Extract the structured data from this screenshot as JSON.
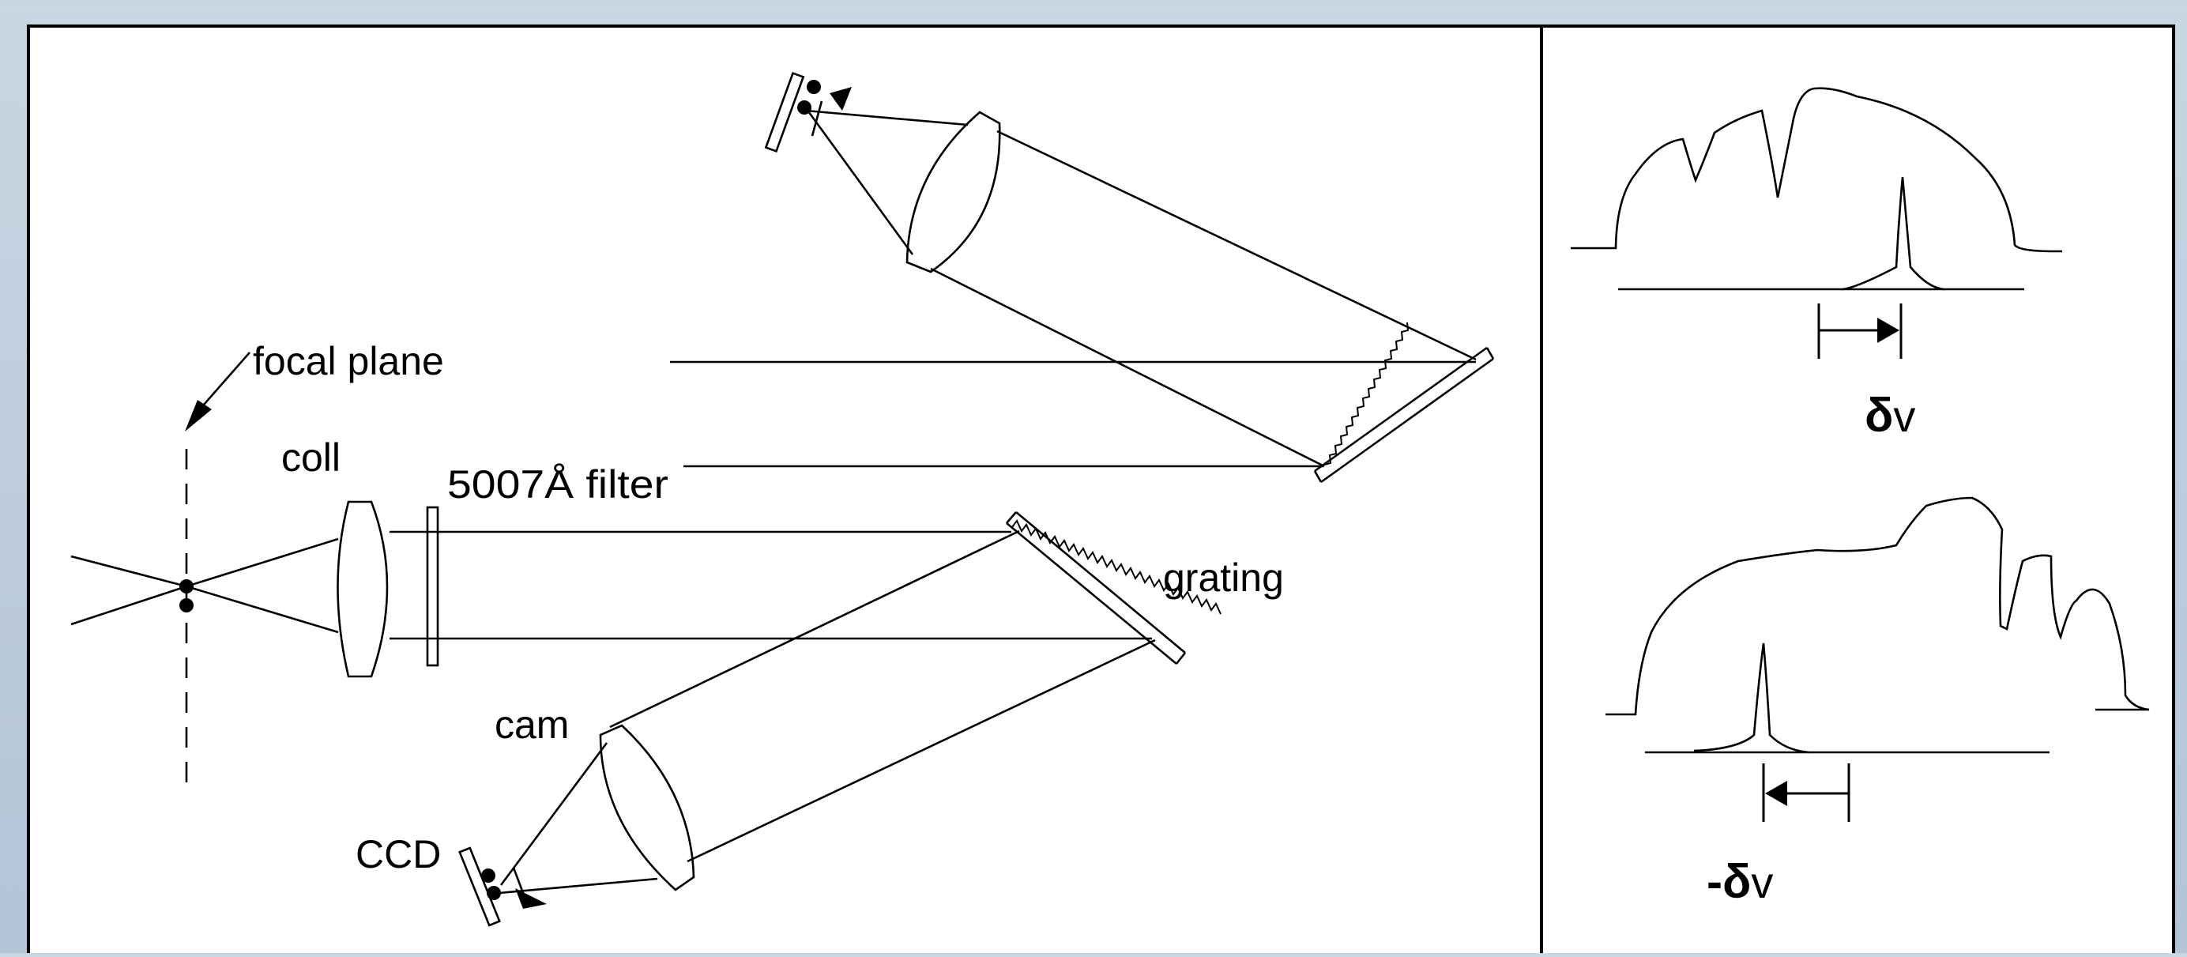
{
  "labels": {
    "focal_plane": "focal plane",
    "coll": "coll",
    "filter": "5007Å filter",
    "grating": "grating",
    "cam": "cam",
    "ccd": "CCD"
  },
  "shift_labels": {
    "positive": {
      "sign": "",
      "delta": "δ",
      "v": "v"
    },
    "negative": {
      "sign": "-",
      "delta": "δ",
      "v": "v"
    }
  },
  "colors": {
    "background": "#c2d0de",
    "panel": "#ffffff",
    "ink": "#000000"
  }
}
